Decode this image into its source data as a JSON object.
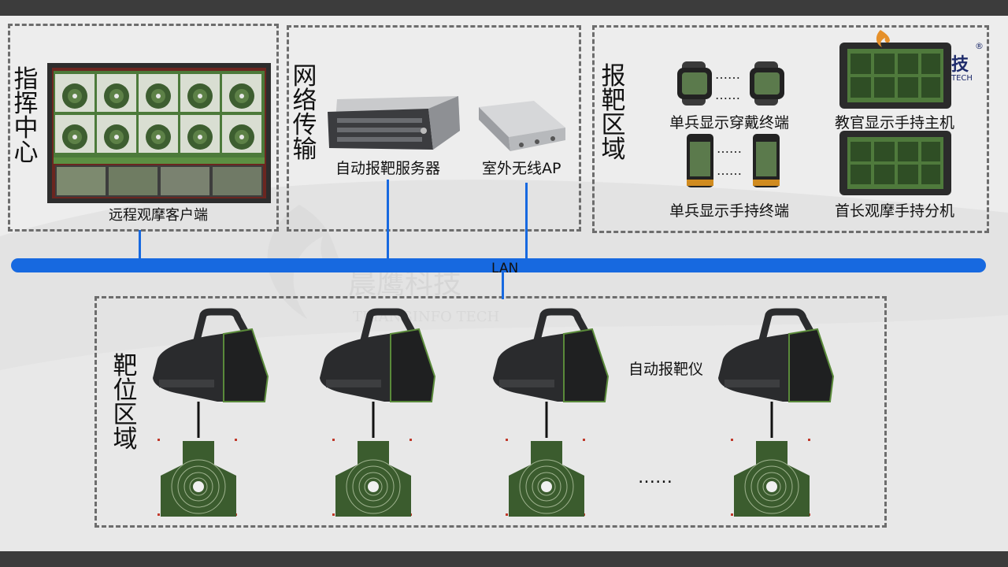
{
  "sections": {
    "command": {
      "title": "指挥中心",
      "label": "远程观摩客户端"
    },
    "network": {
      "title": "网络传输",
      "server_label": "自动报靶服务器",
      "ap_label": "室外无线AP"
    },
    "report": {
      "title": "报靶区域",
      "wearable_label": "单兵显示穿戴终端",
      "handheld_label": "单兵显示手持终端",
      "instructor_label": "教官显示手持主机",
      "chief_label": "首长观摩手持分机"
    },
    "target": {
      "title": "靶位区域",
      "device_label": "自动报靶仪",
      "ellipsis": "……"
    }
  },
  "network_label": "LAN",
  "logo": {
    "text": "技",
    "sub": "TECH",
    "reg": "®"
  },
  "watermark": {
    "cn": "晨鹰科技",
    "en": "TRIANGINFO TECH"
  },
  "colors": {
    "lan": "#1769e0",
    "target_green": "#3b5c2e",
    "device_dark": "#2a2b2d",
    "accent_green": "#5a8a3a"
  }
}
